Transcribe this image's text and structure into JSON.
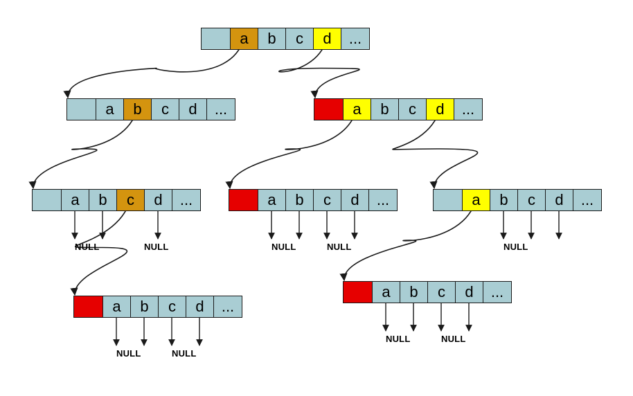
{
  "colors": {
    "plain": "#a9cdd3",
    "visited": "#d4940f",
    "word_end": "#ffff00",
    "end_marker": "#e60000"
  },
  "labels": {
    "null": "NULL"
  },
  "nodes": [
    {
      "id": "root",
      "cells": [
        {
          "text": "",
          "state": "plain"
        },
        {
          "text": "a",
          "state": "visited"
        },
        {
          "text": "b",
          "state": "plain"
        },
        {
          "text": "c",
          "state": "plain"
        },
        {
          "text": "d",
          "state": "word_end"
        },
        {
          "text": "...",
          "state": "plain"
        }
      ]
    },
    {
      "id": "node-a",
      "cells": [
        {
          "text": "",
          "state": "plain"
        },
        {
          "text": "a",
          "state": "plain"
        },
        {
          "text": "b",
          "state": "visited"
        },
        {
          "text": "c",
          "state": "plain"
        },
        {
          "text": "d",
          "state": "plain"
        },
        {
          "text": "...",
          "state": "plain"
        }
      ]
    },
    {
      "id": "node-d",
      "cells": [
        {
          "text": "",
          "state": "end_marker"
        },
        {
          "text": "a",
          "state": "word_end"
        },
        {
          "text": "b",
          "state": "plain"
        },
        {
          "text": "c",
          "state": "plain"
        },
        {
          "text": "d",
          "state": "word_end"
        },
        {
          "text": "...",
          "state": "plain"
        }
      ]
    },
    {
      "id": "node-ab",
      "cells": [
        {
          "text": "",
          "state": "plain"
        },
        {
          "text": "a",
          "state": "plain"
        },
        {
          "text": "b",
          "state": "plain"
        },
        {
          "text": "c",
          "state": "visited"
        },
        {
          "text": "d",
          "state": "plain"
        },
        {
          "text": "...",
          "state": "plain"
        }
      ]
    },
    {
      "id": "node-da",
      "cells": [
        {
          "text": "",
          "state": "end_marker"
        },
        {
          "text": "a",
          "state": "plain"
        },
        {
          "text": "b",
          "state": "plain"
        },
        {
          "text": "c",
          "state": "plain"
        },
        {
          "text": "d",
          "state": "plain"
        },
        {
          "text": "...",
          "state": "plain"
        }
      ]
    },
    {
      "id": "node-dd",
      "cells": [
        {
          "text": "",
          "state": "plain"
        },
        {
          "text": "a",
          "state": "word_end"
        },
        {
          "text": "b",
          "state": "plain"
        },
        {
          "text": "c",
          "state": "plain"
        },
        {
          "text": "d",
          "state": "plain"
        },
        {
          "text": "...",
          "state": "plain"
        }
      ]
    },
    {
      "id": "node-abc",
      "cells": [
        {
          "text": "",
          "state": "end_marker"
        },
        {
          "text": "a",
          "state": "plain"
        },
        {
          "text": "b",
          "state": "plain"
        },
        {
          "text": "c",
          "state": "plain"
        },
        {
          "text": "d",
          "state": "plain"
        },
        {
          "text": "...",
          "state": "plain"
        }
      ]
    },
    {
      "id": "node-dda",
      "cells": [
        {
          "text": "",
          "state": "end_marker"
        },
        {
          "text": "a",
          "state": "plain"
        },
        {
          "text": "b",
          "state": "plain"
        },
        {
          "text": "c",
          "state": "plain"
        },
        {
          "text": "d",
          "state": "plain"
        },
        {
          "text": "...",
          "state": "plain"
        }
      ]
    }
  ],
  "edges": [
    {
      "from": "root",
      "from_cell": 1,
      "to": "node-a"
    },
    {
      "from": "root",
      "from_cell": 4,
      "to": "node-d"
    },
    {
      "from": "node-a",
      "from_cell": 2,
      "to": "node-ab"
    },
    {
      "from": "node-d",
      "from_cell": 1,
      "to": "node-da"
    },
    {
      "from": "node-d",
      "from_cell": 4,
      "to": "node-dd"
    },
    {
      "from": "node-ab",
      "from_cell": 3,
      "to": "node-abc"
    },
    {
      "from": "node-dd",
      "from_cell": 1,
      "to": "node-dda"
    }
  ],
  "null_pointers": [
    {
      "node": "node-ab",
      "cells": [
        1,
        2
      ],
      "label": true
    },
    {
      "node": "node-ab",
      "cells": [
        4
      ],
      "label": true
    },
    {
      "node": "node-da",
      "cells": [
        1,
        2
      ],
      "label": true
    },
    {
      "node": "node-da",
      "cells": [
        3,
        4
      ],
      "label": true
    },
    {
      "node": "node-dd",
      "cells": [
        2,
        3
      ],
      "label": true
    },
    {
      "node": "node-dd",
      "cells": [
        4
      ],
      "label": false
    },
    {
      "node": "node-abc",
      "cells": [
        1,
        2
      ],
      "label": true
    },
    {
      "node": "node-abc",
      "cells": [
        3,
        4
      ],
      "label": true
    },
    {
      "node": "node-dda",
      "cells": [
        1,
        2
      ],
      "label": true
    },
    {
      "node": "node-dda",
      "cells": [
        3,
        4
      ],
      "label": true
    }
  ]
}
